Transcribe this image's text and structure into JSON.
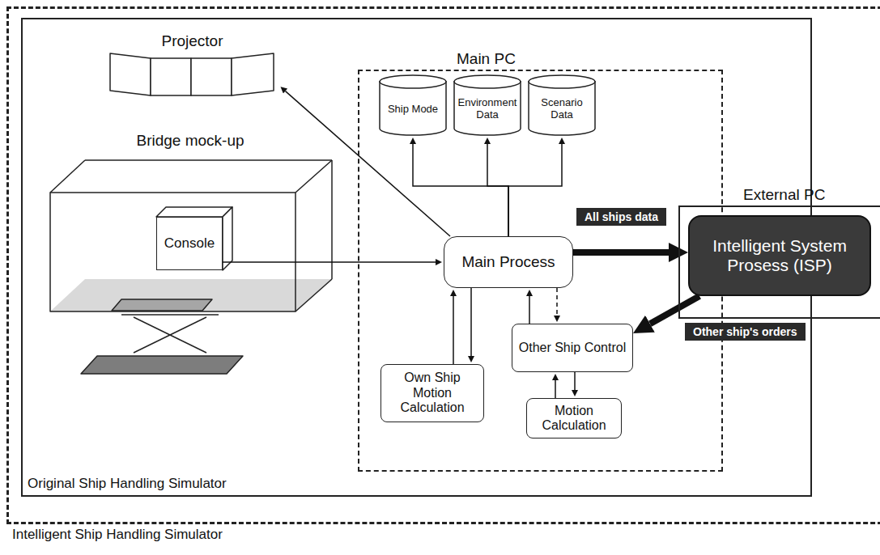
{
  "diagram": {
    "nodes": [
      {
        "text": [
          "Intelligent Ship Handling Simulator"
        ]
      },
      {
        "text": [
          "Original Ship Handling Simulator"
        ],
        "in": 0
      },
      {
        "text": [
          "Main PC"
        ],
        "in": 1
      },
      {
        "text": [
          "Projector"
        ],
        "in": 1
      },
      {
        "text": [
          "Bridge mock-up"
        ],
        "in": 1
      },
      {
        "text": [
          "Console"
        ],
        "in": 4
      },
      {
        "text": [
          "Ship Mode"
        ],
        "in": 2
      },
      {
        "text": [
          "Environment Data"
        ],
        "in": 2
      },
      {
        "text": [
          "Scenario Data"
        ],
        "in": 2
      },
      {
        "text": [
          "Main Process"
        ],
        "in": 2
      },
      {
        "text": [
          "Own Ship Motion Calculation"
        ],
        "in": 2
      },
      {
        "text": [
          "Other Ship Control"
        ],
        "in": 2
      },
      {
        "text": [
          "Motion Calculation"
        ],
        "in": 2
      },
      {
        "text": [
          "External PC"
        ],
        "in": 0
      },
      {
        "text": [
          "Intelligent System Prosess (ISP)"
        ],
        "in": 13
      }
    ],
    "edges": [
      {
        "from": 9,
        "to": 3,
        "arrow": "to"
      },
      {
        "from": 5,
        "to": 9,
        "arrow": "to"
      },
      {
        "from": 9,
        "to": 6,
        "arrow": "to"
      },
      {
        "from": 9,
        "to": 7,
        "arrow": "to"
      },
      {
        "from": 9,
        "to": 8,
        "arrow": "to"
      },
      {
        "from": 9,
        "to": 14,
        "label": "All ships data",
        "arrow": "to"
      },
      {
        "from": 14,
        "to": 11,
        "label": "Other ship's orders",
        "arrow": "to"
      },
      {
        "from": 10,
        "to": 9,
        "arrow": "to"
      },
      {
        "from": 9,
        "to": 10,
        "arrow": "to"
      },
      {
        "from": 11,
        "to": 9,
        "arrow": "to"
      },
      {
        "from": 9,
        "to": 11,
        "arrow": "to"
      },
      {
        "from": 12,
        "to": 11,
        "arrow": "to"
      },
      {
        "from": 11,
        "to": 12,
        "arrow": "to"
      }
    ]
  }
}
